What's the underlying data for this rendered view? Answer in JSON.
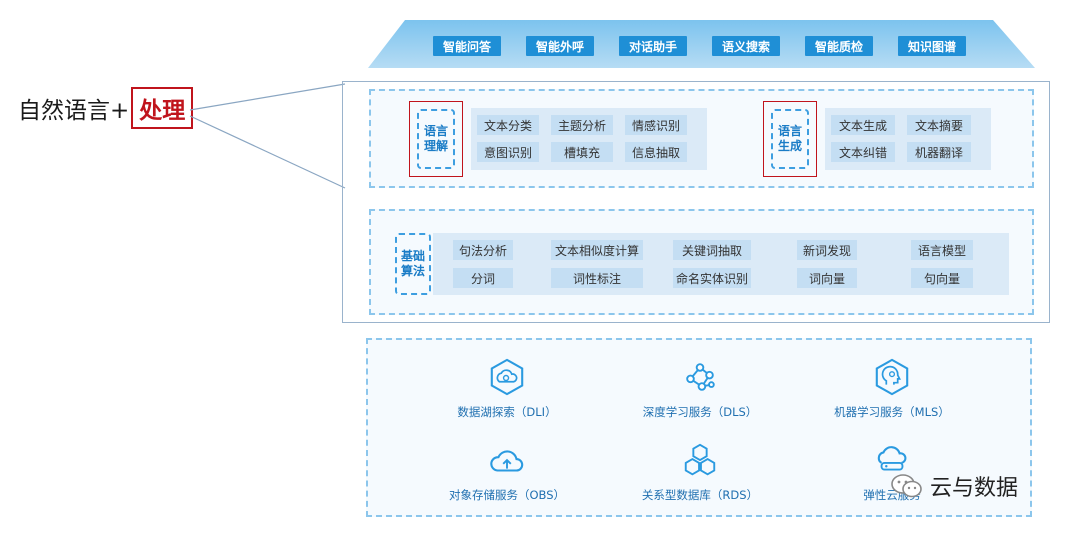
{
  "title": {
    "prefix": "自然语言+",
    "highlight": "处理"
  },
  "top_products": [
    "智能问答",
    "智能外呼",
    "对话助手",
    "语义搜索",
    "智能质检",
    "知识图谱"
  ],
  "understanding": {
    "label_line1": "语言",
    "label_line2": "理解",
    "items": [
      "文本分类",
      "主题分析",
      "情感识别",
      "意图识别",
      "槽填充",
      "信息抽取"
    ]
  },
  "generation": {
    "label_line1": "语言",
    "label_line2": "生成",
    "items": [
      "文本生成",
      "文本摘要",
      "文本纠错",
      "机器翻译"
    ]
  },
  "basic_algorithms": {
    "label_line1": "基础",
    "label_line2": "算法",
    "items": [
      "句法分析",
      "文本相似度计算",
      "关键词抽取",
      "新词发现",
      "语言模型",
      "分词",
      "词性标注",
      "命名实体识别",
      "词向量",
      "句向量"
    ]
  },
  "services": [
    {
      "label": "数据湖探索（DLI）",
      "icon": "cloud-search-icon"
    },
    {
      "label": "深度学习服务（DLS）",
      "icon": "network-nodes-icon"
    },
    {
      "label": "机器学习服务（MLS）",
      "icon": "brain-head-icon"
    },
    {
      "label": "对象存储服务（OBS）",
      "icon": "cloud-upload-icon"
    },
    {
      "label": "关系型数据库（RDS）",
      "icon": "hexagon-cluster-icon"
    },
    {
      "label": "弹性云服务",
      "icon": "cloud-server-icon"
    }
  ],
  "watermark": "云与数据",
  "colors": {
    "accent": "#1f8fd6",
    "highlight": "#c0141c",
    "panel_border": "#8cc6ec",
    "chip": "#c4def3"
  }
}
